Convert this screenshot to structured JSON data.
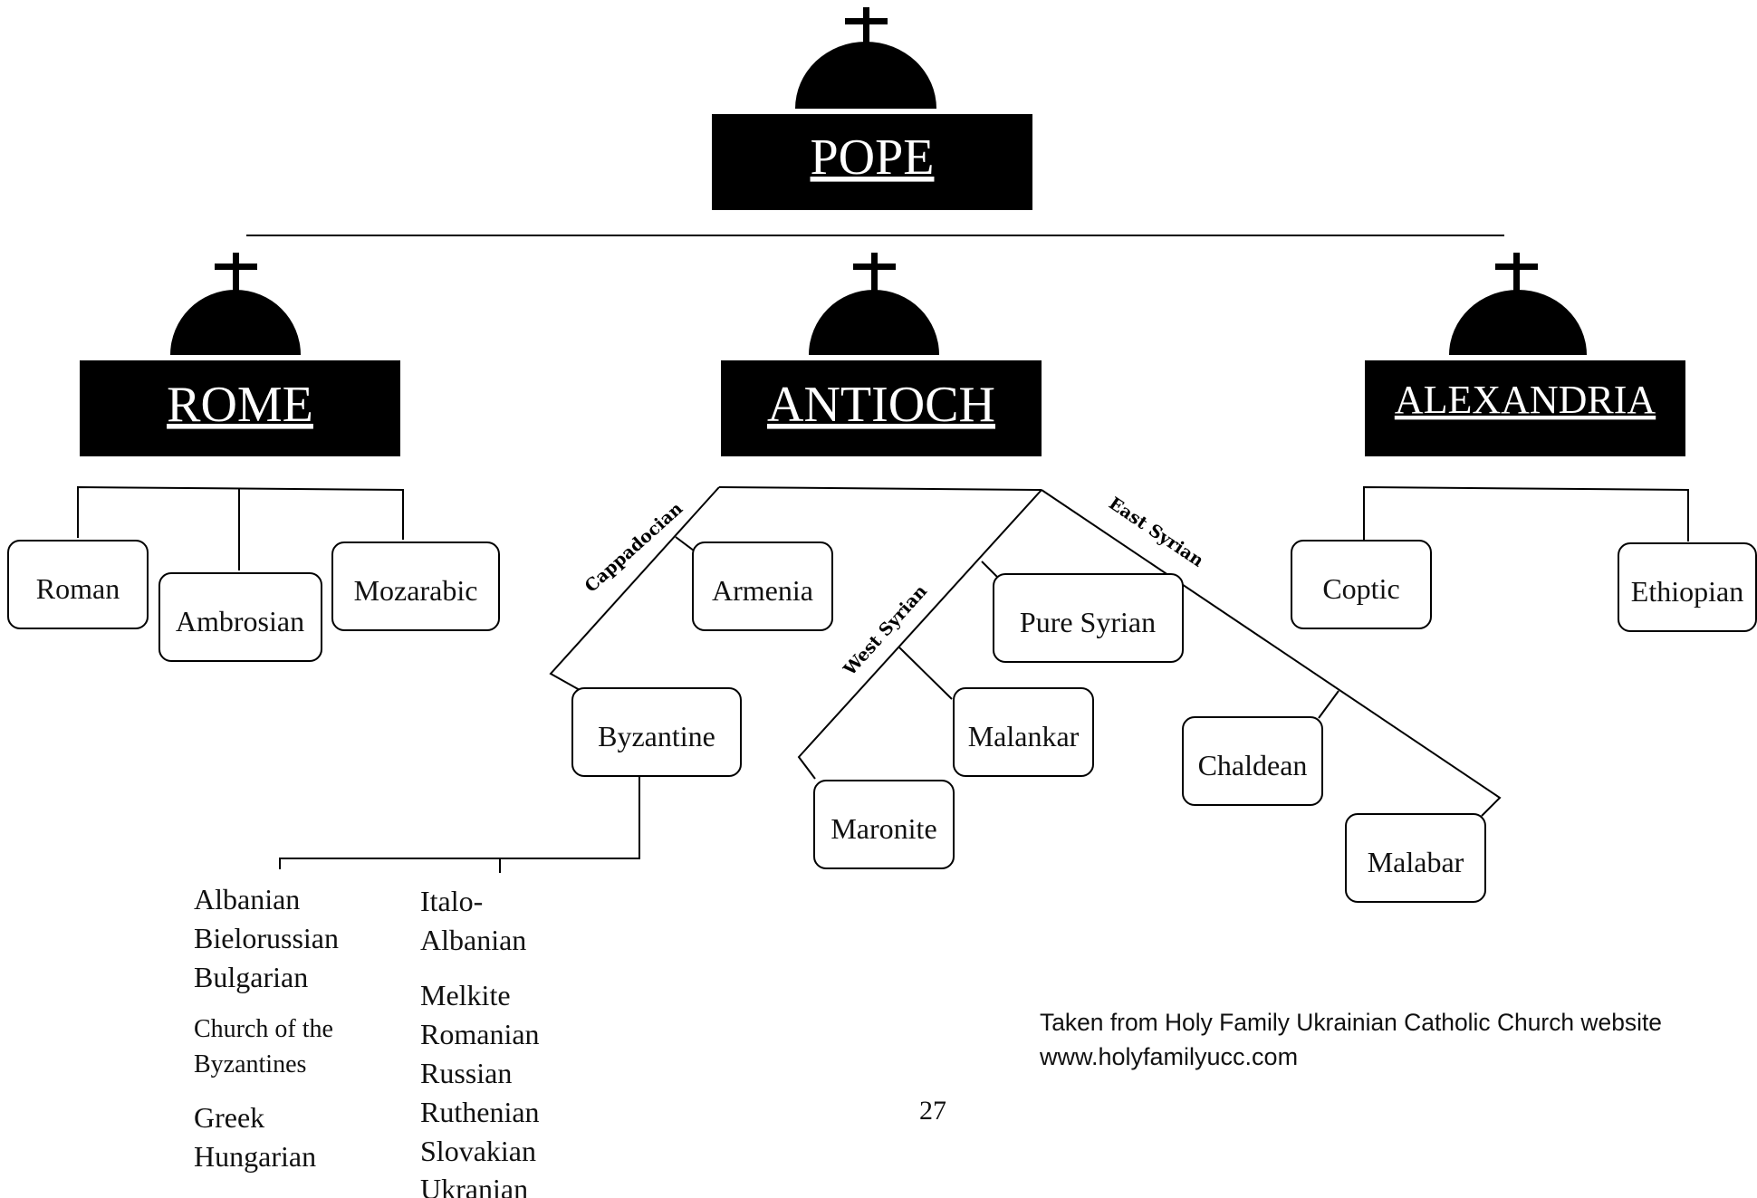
{
  "heads": {
    "pope": "POPE",
    "rome": "ROME",
    "antioch": "ANTIOCH",
    "alexandria": "ALEXANDRIA"
  },
  "rome_rites": {
    "roman": "Roman",
    "ambrosian": "Ambrosian",
    "mozarabic": "Mozarabic"
  },
  "antioch_branches": {
    "cappadocian": "Cappadocian",
    "west_syrian": "West Syrian",
    "east_syrian": "East Syrian"
  },
  "antioch_rites": {
    "armenia": "Armenia",
    "byzantine": "Byzantine",
    "pure_syrian": "Pure Syrian",
    "malankar": "Malankar",
    "maronite": "Maronite",
    "chaldean": "Chaldean",
    "malabar": "Malabar"
  },
  "alexandria_rites": {
    "coptic": "Coptic",
    "ethiopian": "Ethiopian"
  },
  "byzantine_churches": {
    "left": [
      "Albanian",
      "Bielorussian",
      "Bulgarian",
      "Church of the",
      "Byzantines",
      "Greek",
      "Hungarian"
    ],
    "right": [
      "Italo-",
      "Albanian",
      "Melkite",
      "Romanian",
      "Russian",
      "Ruthenian",
      "Slovakian",
      "Ukranian"
    ]
  },
  "credit": {
    "line1": "Taken from Holy Family Ukrainian Catholic Church website",
    "line2": "www.holyfamilyucc.com"
  },
  "page_number": "27"
}
